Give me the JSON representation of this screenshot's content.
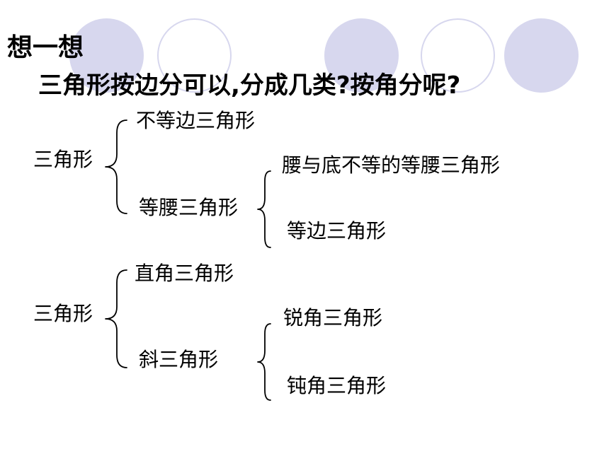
{
  "slide": {
    "heading": "想一想",
    "question": "三角形按边分可以,分成几类?按角分呢?",
    "by_sides": {
      "root": "三角形",
      "scalene": "不等边三角形",
      "isosceles": "等腰三角形",
      "isosceles_non_equilateral": "腰与底不等的等腰三角形",
      "equilateral": "等边三角形"
    },
    "by_angles": {
      "root": "三角形",
      "right": "直角三角形",
      "oblique": "斜三角形",
      "acute": "锐角三角形",
      "obtuse": "钝角三角形"
    }
  },
  "colors": {
    "decor_circle": "#d7d7ee",
    "text": "#000000",
    "background": "#ffffff"
  }
}
